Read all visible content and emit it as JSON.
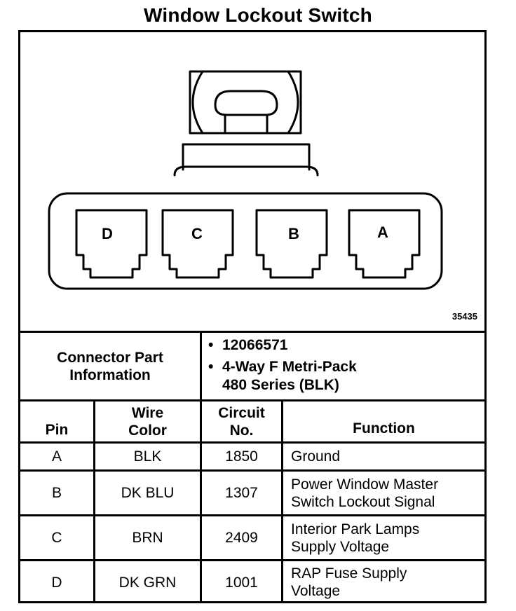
{
  "title": "Window Lockout Switch",
  "figure_number": "35435",
  "connector": {
    "pins": [
      "D",
      "C",
      "B",
      "A"
    ],
    "info_label_line1": "Connector Part",
    "info_label_line2": "Information",
    "info_items": [
      {
        "line1": "12066571",
        "line2": ""
      },
      {
        "line1": "4-Way F Metri-Pack",
        "line2": "480 Series (BLK)"
      }
    ]
  },
  "table": {
    "headers": {
      "pin": "Pin",
      "wire_color_line1": "Wire",
      "wire_color_line2": "Color",
      "circuit_line1": "Circuit",
      "circuit_line2": "No.",
      "function": "Function"
    },
    "rows": [
      {
        "pin": "A",
        "wire_color": "BLK",
        "circuit": "1850",
        "function_line1": "Ground",
        "function_line2": ""
      },
      {
        "pin": "B",
        "wire_color": "DK BLU",
        "circuit": "1307",
        "function_line1": "Power Window Master",
        "function_line2": "Switch Lockout Signal"
      },
      {
        "pin": "C",
        "wire_color": "BRN",
        "circuit": "2409",
        "function_line1": "Interior Park Lamps",
        "function_line2": "Supply Voltage"
      },
      {
        "pin": "D",
        "wire_color": "DK GRN",
        "circuit": "1001",
        "function_line1": "RAP Fuse Supply",
        "function_line2": "Voltage"
      }
    ]
  }
}
